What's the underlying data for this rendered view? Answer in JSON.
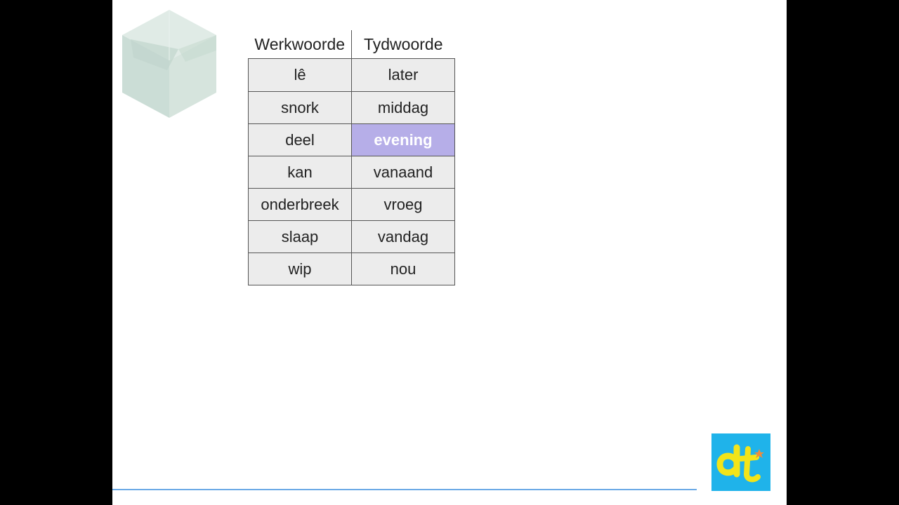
{
  "table": {
    "headers": [
      "Werkwoorde",
      "Tydwoorde"
    ],
    "rows": [
      [
        "lê",
        "later"
      ],
      [
        "snork",
        "middag"
      ],
      [
        "deel",
        "evening"
      ],
      [
        "kan",
        "vanaand"
      ],
      [
        "onderbreek",
        "vroeg"
      ],
      [
        "slaap",
        "vandag"
      ],
      [
        "wip",
        "nou"
      ]
    ],
    "highlighted_cell": {
      "row": 2,
      "col": 1
    }
  },
  "colors": {
    "highlight": "#b6aee8",
    "cell_bg": "#ececec",
    "accent_line": "#6aa9e6",
    "logo_bg": "#1fb3ea",
    "logo_mark": "#f2e419",
    "cube": "#c9dcd4"
  },
  "icons": {
    "cube": "translucent-cube-icon",
    "logo": "dt-logo-icon"
  }
}
